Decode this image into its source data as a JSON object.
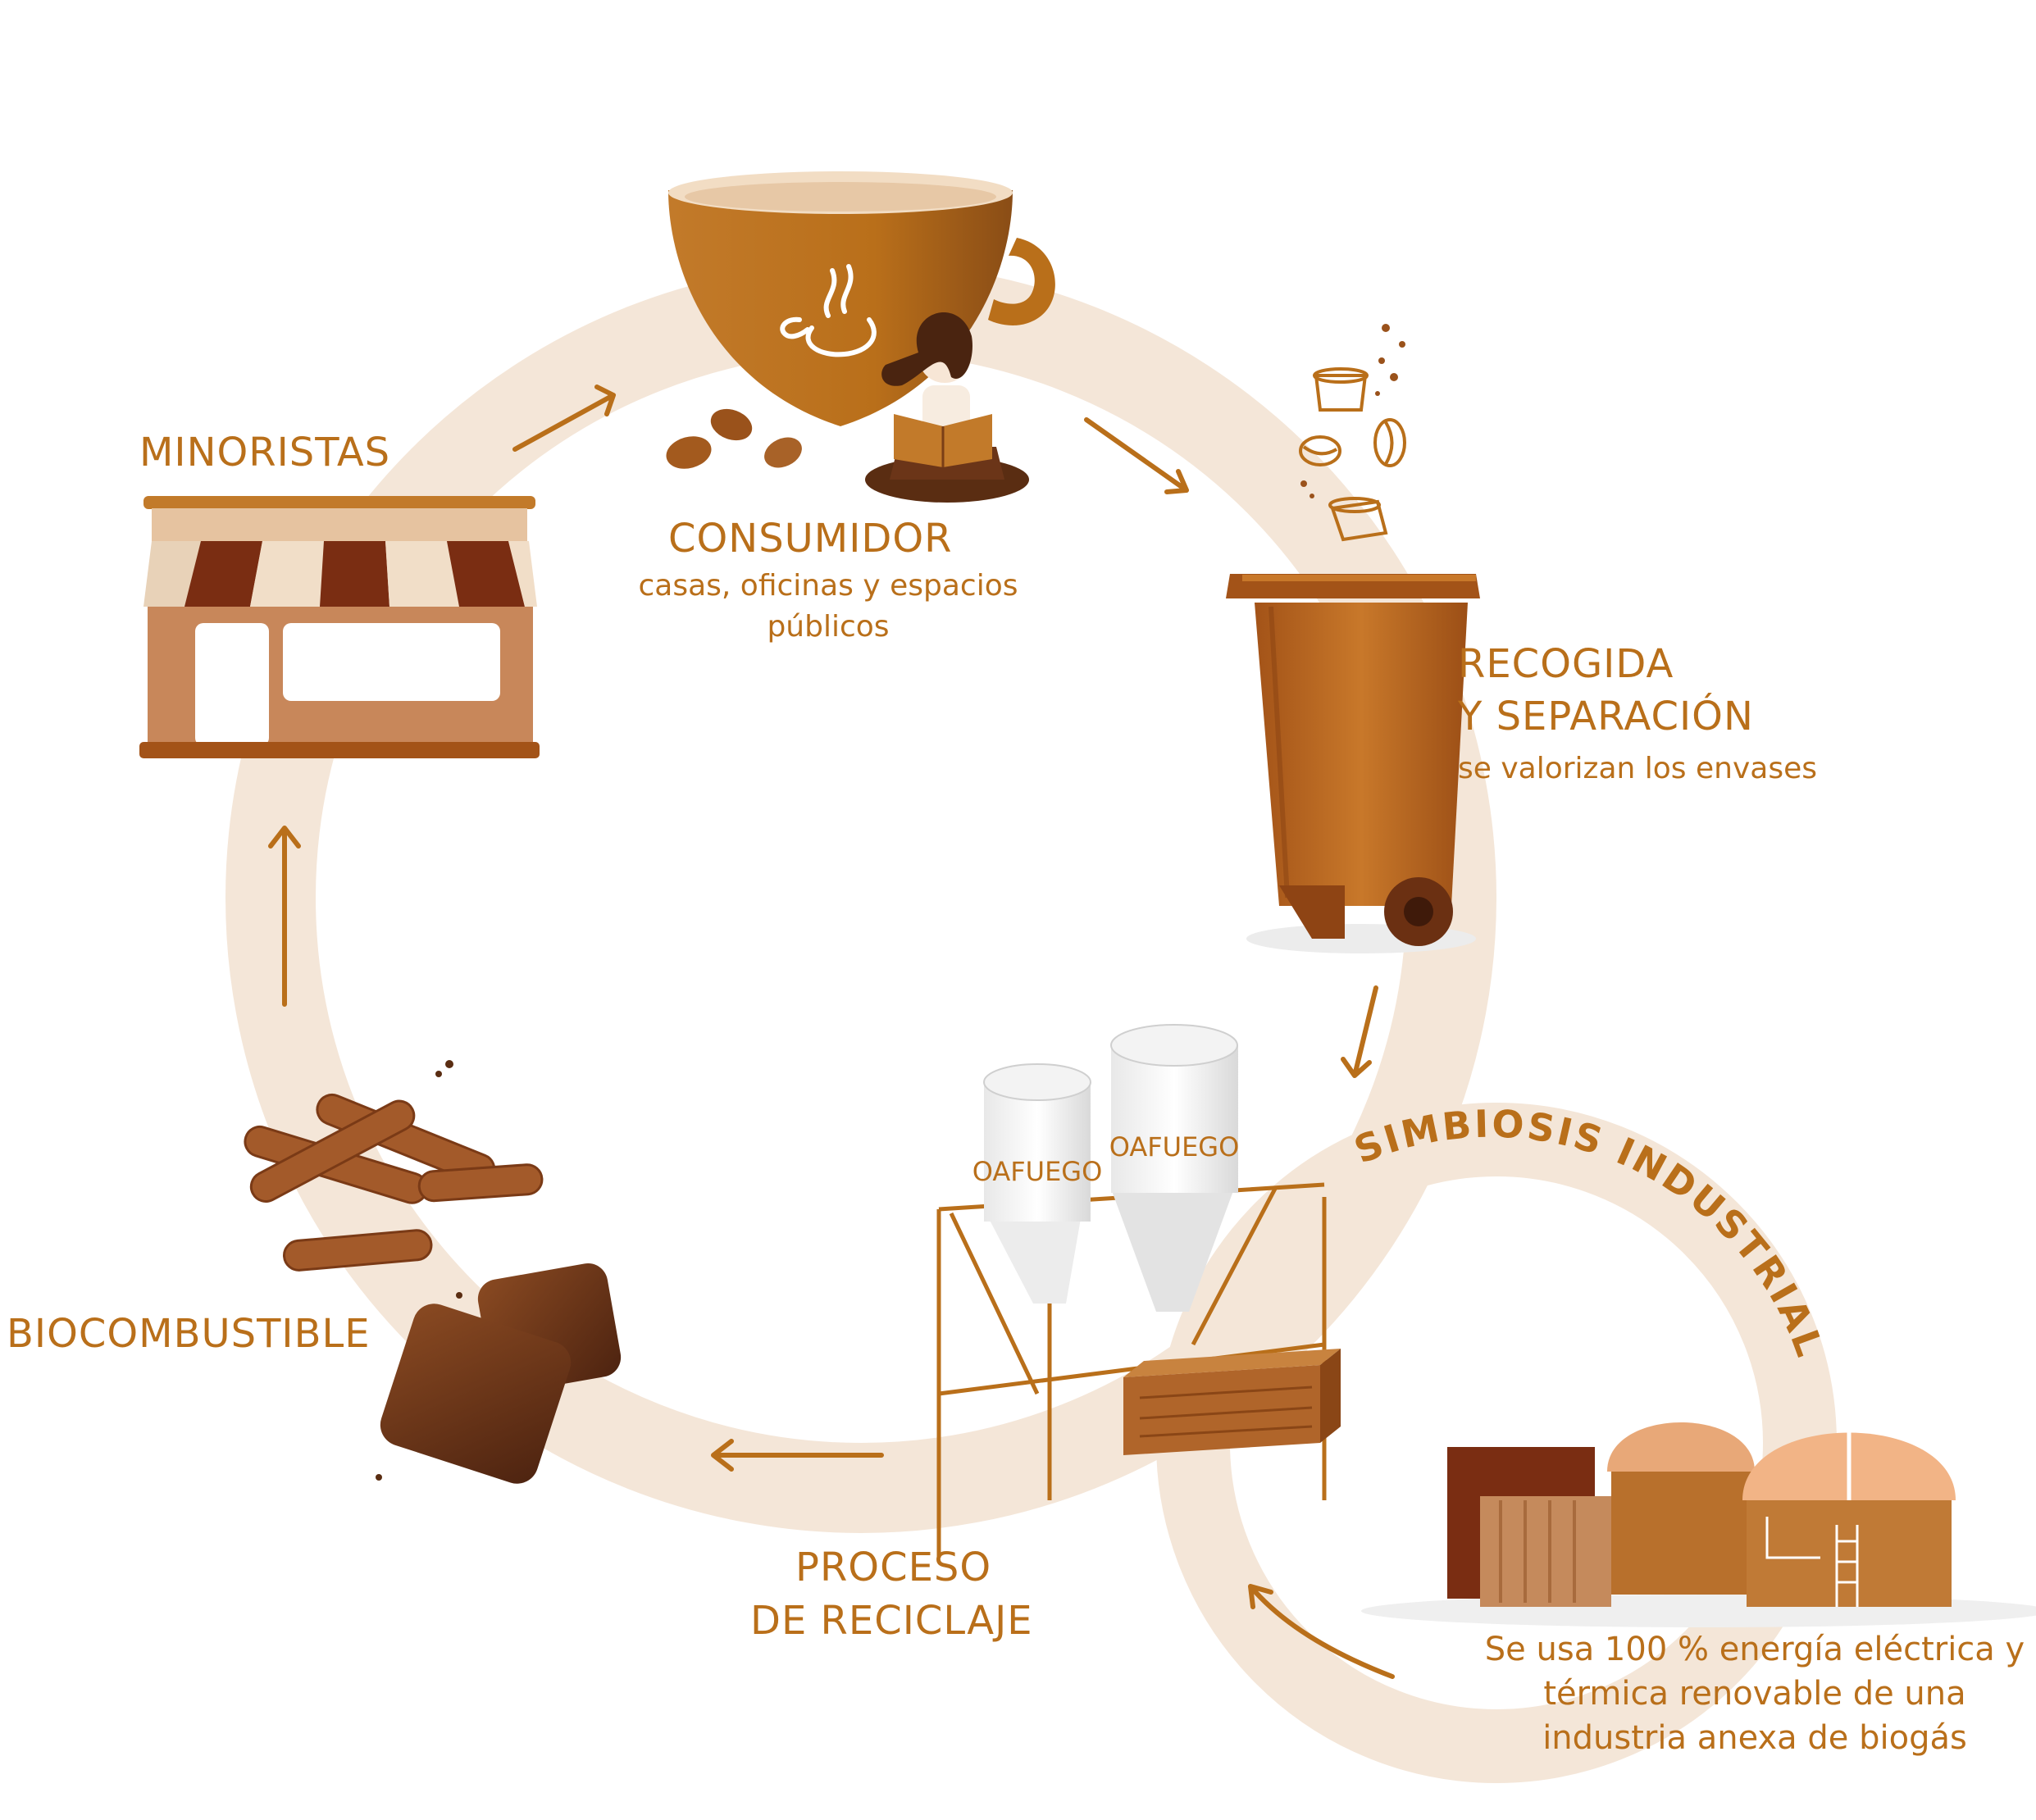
{
  "consumer": {
    "title": "CONSUMIDOR",
    "subtitle": "casas, oficinas y espacios públicos"
  },
  "collection": {
    "title_line1": "RECOGIDA",
    "title_line2": "Y SEPARACIÓN",
    "subtitle": "se valorizan los envases"
  },
  "recycling": {
    "title_line1": "PROCESO",
    "title_line2": "DE RECICLAJE",
    "silo_brand": "OAFUEGO"
  },
  "biofuel": {
    "title": "BIOCOMBUSTIBLE"
  },
  "retailers": {
    "title": "MINORISTAS"
  },
  "symbiosis": {
    "title": "SIMBIOSIS INDUSTRIAL",
    "description": "Se usa 100 % energía eléctrica y térmica renovable de una industria anexa de biogás"
  },
  "colors": {
    "accent": "#b96f1a",
    "ring": "#f4e6d8",
    "dark_brown": "#5a2d12",
    "mid_brown": "#a85e22"
  }
}
